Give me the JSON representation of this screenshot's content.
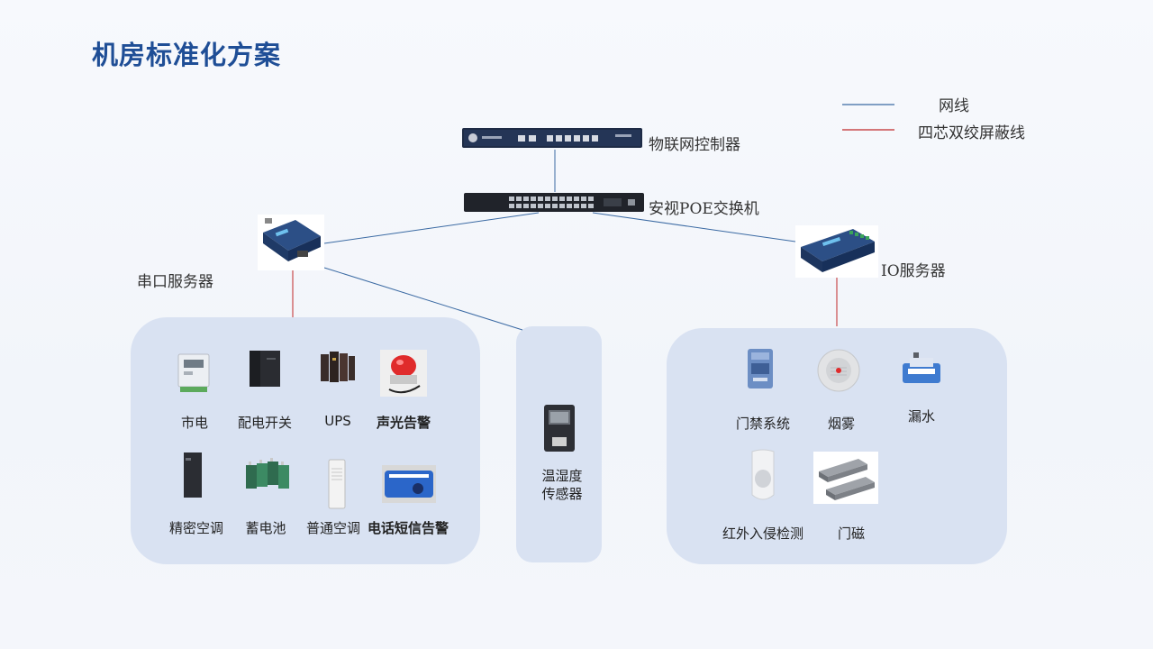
{
  "title": "机房标准化方案",
  "legend": {
    "network_cable": "网线",
    "shielded_cable": "四芯双绞屏蔽线",
    "network_color": "#3b6aa3",
    "shielded_color": "#c0282a"
  },
  "devices": {
    "iot_controller": "物联网控制器",
    "poe_switch": "安视POE交换机",
    "serial_server": "串口服务器",
    "io_server": "IO服务器"
  },
  "left_panel": {
    "items": [
      {
        "label": "市电",
        "icon": "electric-meter-icon"
      },
      {
        "label": "配电开关",
        "icon": "distribution-cabinet-icon"
      },
      {
        "label": "UPS",
        "icon": "ups-icon"
      },
      {
        "label": "声光告警",
        "icon": "alarm-light-icon"
      },
      {
        "label": "精密空调",
        "icon": "precision-ac-icon"
      },
      {
        "label": "蓄电池",
        "icon": "battery-icon"
      },
      {
        "label": "普通空调",
        "icon": "ac-unit-icon"
      },
      {
        "label": "电话短信告警",
        "icon": "sms-alarm-icon"
      }
    ]
  },
  "middle_panel": {
    "sensor_line1": "温湿度",
    "sensor_line2": "传感器",
    "icon": "temp-humidity-sensor-icon"
  },
  "right_panel": {
    "items": [
      {
        "label": "门禁系统",
        "icon": "access-control-icon"
      },
      {
        "label": "烟雾",
        "icon": "smoke-detector-icon"
      },
      {
        "label": "漏水",
        "icon": "water-leak-icon"
      },
      {
        "label": "红外入侵检测",
        "icon": "infrared-detector-icon"
      },
      {
        "label": "门磁",
        "icon": "door-magnet-icon"
      }
    ]
  }
}
